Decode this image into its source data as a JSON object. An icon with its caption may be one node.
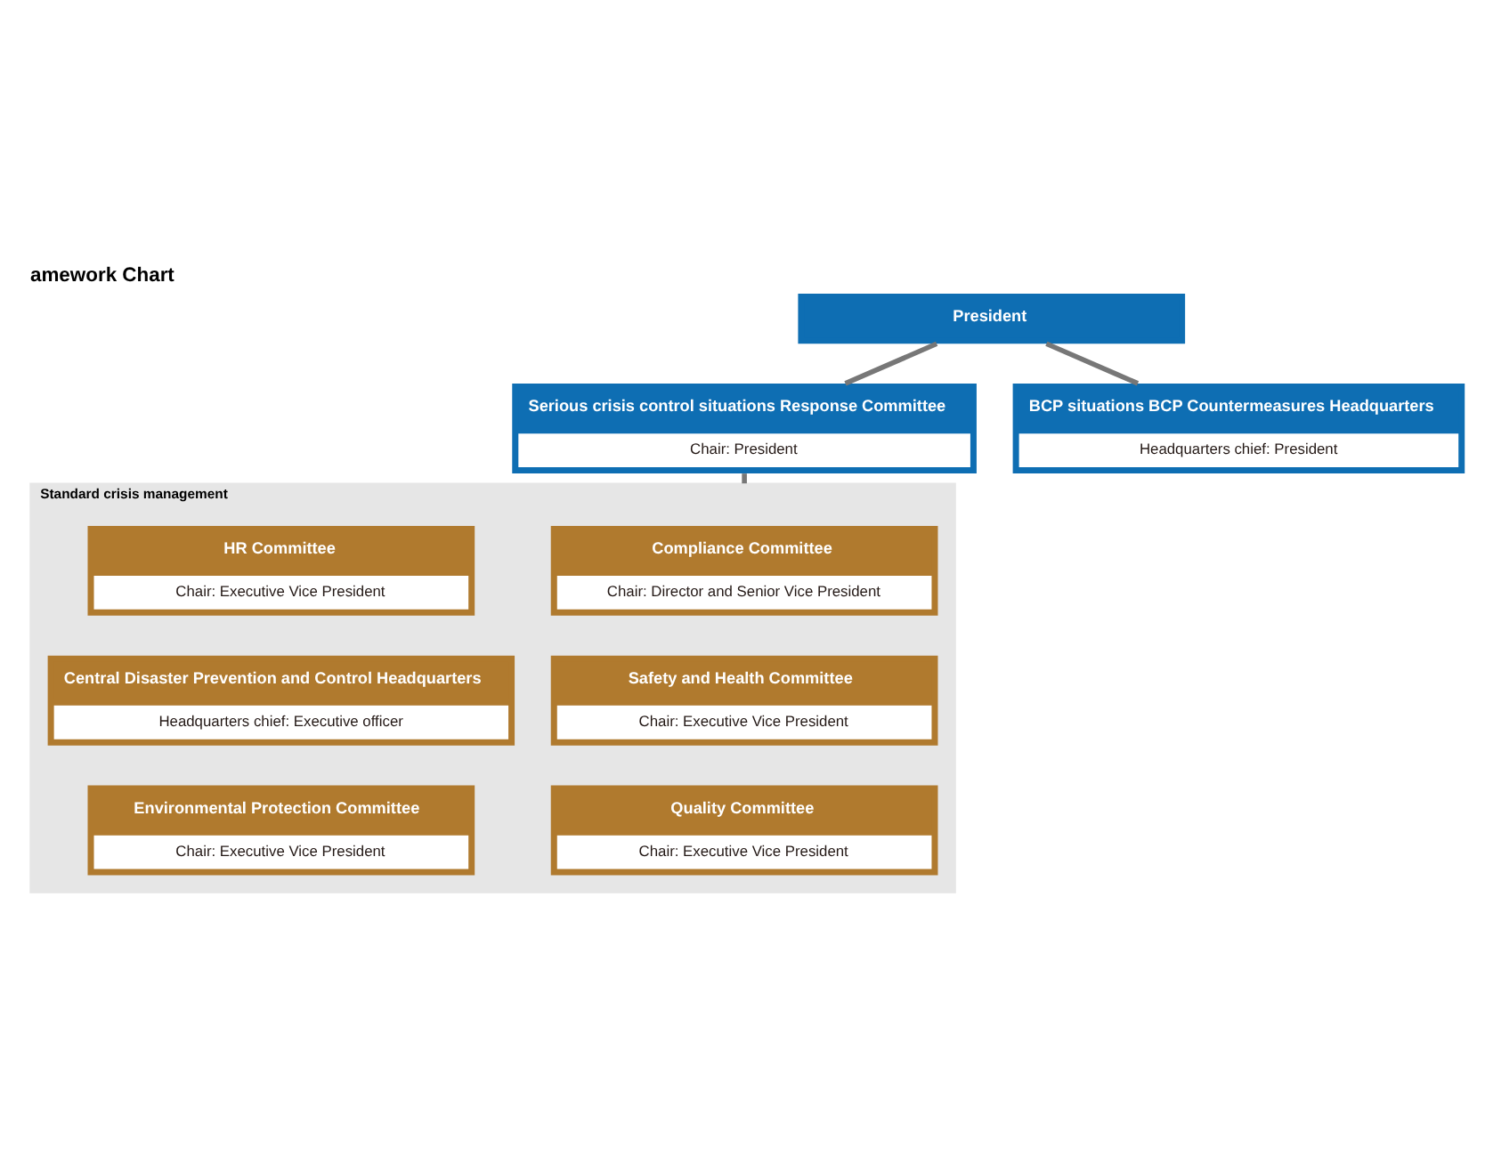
{
  "diagram": {
    "title": "amework Chart",
    "nodes": [
      {
        "text": [
          "President"
        ]
      },
      {
        "text": [
          "Serious crisis control situations Response Committee",
          "Chair: President"
        ]
      },
      {
        "text": [
          "BCP situations BCP Countermeasures Headquarters",
          "Headquarters chief: President"
        ]
      },
      {
        "text": [
          "Standard crisis management"
        ]
      },
      {
        "text": [
          "Compliance Committee",
          "Chair: Director and Senior Vice President"
        ],
        "in": 3
      },
      {
        "text": [
          "HR Committee",
          "Chair: Executive Vice President"
        ],
        "in": 3
      },
      {
        "text": [
          "Safety and Health Committee",
          "Chair: Executive Vice President"
        ],
        "in": 3
      },
      {
        "text": [
          "Central Disaster Prevention and Control Headquarters",
          "Headquarters chief: Executive officer"
        ],
        "in": 3
      },
      {
        "text": [
          "Quality Committee",
          "Chair: Executive Vice President"
        ],
        "in": 3
      },
      {
        "text": [
          "Environmental Protection Committee",
          "Chair: Executive Vice President"
        ],
        "in": 3
      }
    ],
    "edges": [
      {
        "from": 0,
        "to": 1,
        "arrow": "none"
      },
      {
        "from": 0,
        "to": 2,
        "arrow": "none"
      },
      {
        "from": 1,
        "to": 3,
        "arrow": "none"
      }
    ]
  }
}
